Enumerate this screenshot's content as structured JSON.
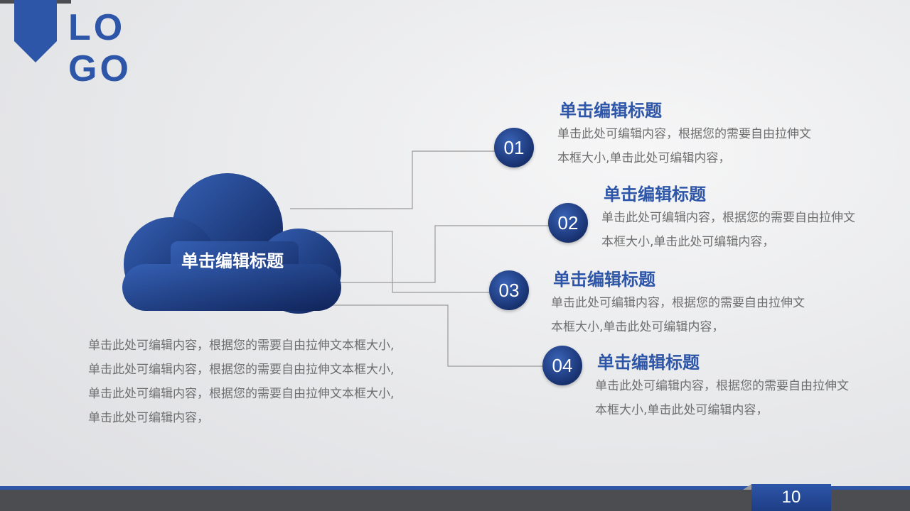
{
  "logo": {
    "text": "LOGO"
  },
  "cloud": {
    "title": "单击编辑标题"
  },
  "left_description": "单击此处可编辑内容，根据您的需要自由拉伸文本框大小,单击此处可编辑内容，根据您的需要自由拉伸文本框大小,单击此处可编辑内容，根据您的需要自由拉伸文本框大小,单击此处可编辑内容，",
  "items": [
    {
      "number": "01",
      "title": "单击编辑标题",
      "desc": "单击此处可编辑内容，根据您的需要自由拉伸文本框大小,单击此处可编辑内容，"
    },
    {
      "number": "02",
      "title": "单击编辑标题",
      "desc": "单击此处可编辑内容，根据您的需要自由拉伸文本框大小,单击此处可编辑内容，"
    },
    {
      "number": "03",
      "title": "单击编辑标题",
      "desc": "单击此处可编辑内容，根据您的需要自由拉伸文本框大小,单击此处可编辑内容，"
    },
    {
      "number": "04",
      "title": "单击编辑标题",
      "desc": "单击此处可编辑内容，根据您的需要自由拉伸文本框大小,单击此处可编辑内容，"
    }
  ],
  "page_number": "10",
  "colors": {
    "accent": "#2d55a8",
    "dark_bar": "#4b4d51",
    "text_gray": "#6e6e6e"
  }
}
